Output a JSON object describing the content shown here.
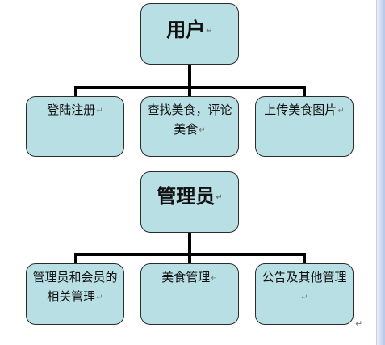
{
  "diagram": {
    "sections": [
      {
        "root": "用户",
        "children": [
          "登陆注册",
          "查找美食，评论美食",
          "上传美食图片"
        ]
      },
      {
        "root": "管理员",
        "children": [
          "管理员和会员的相关管理",
          "美食管理",
          "公告及其他管理"
        ]
      }
    ],
    "paragraph_mark": "↵"
  }
}
